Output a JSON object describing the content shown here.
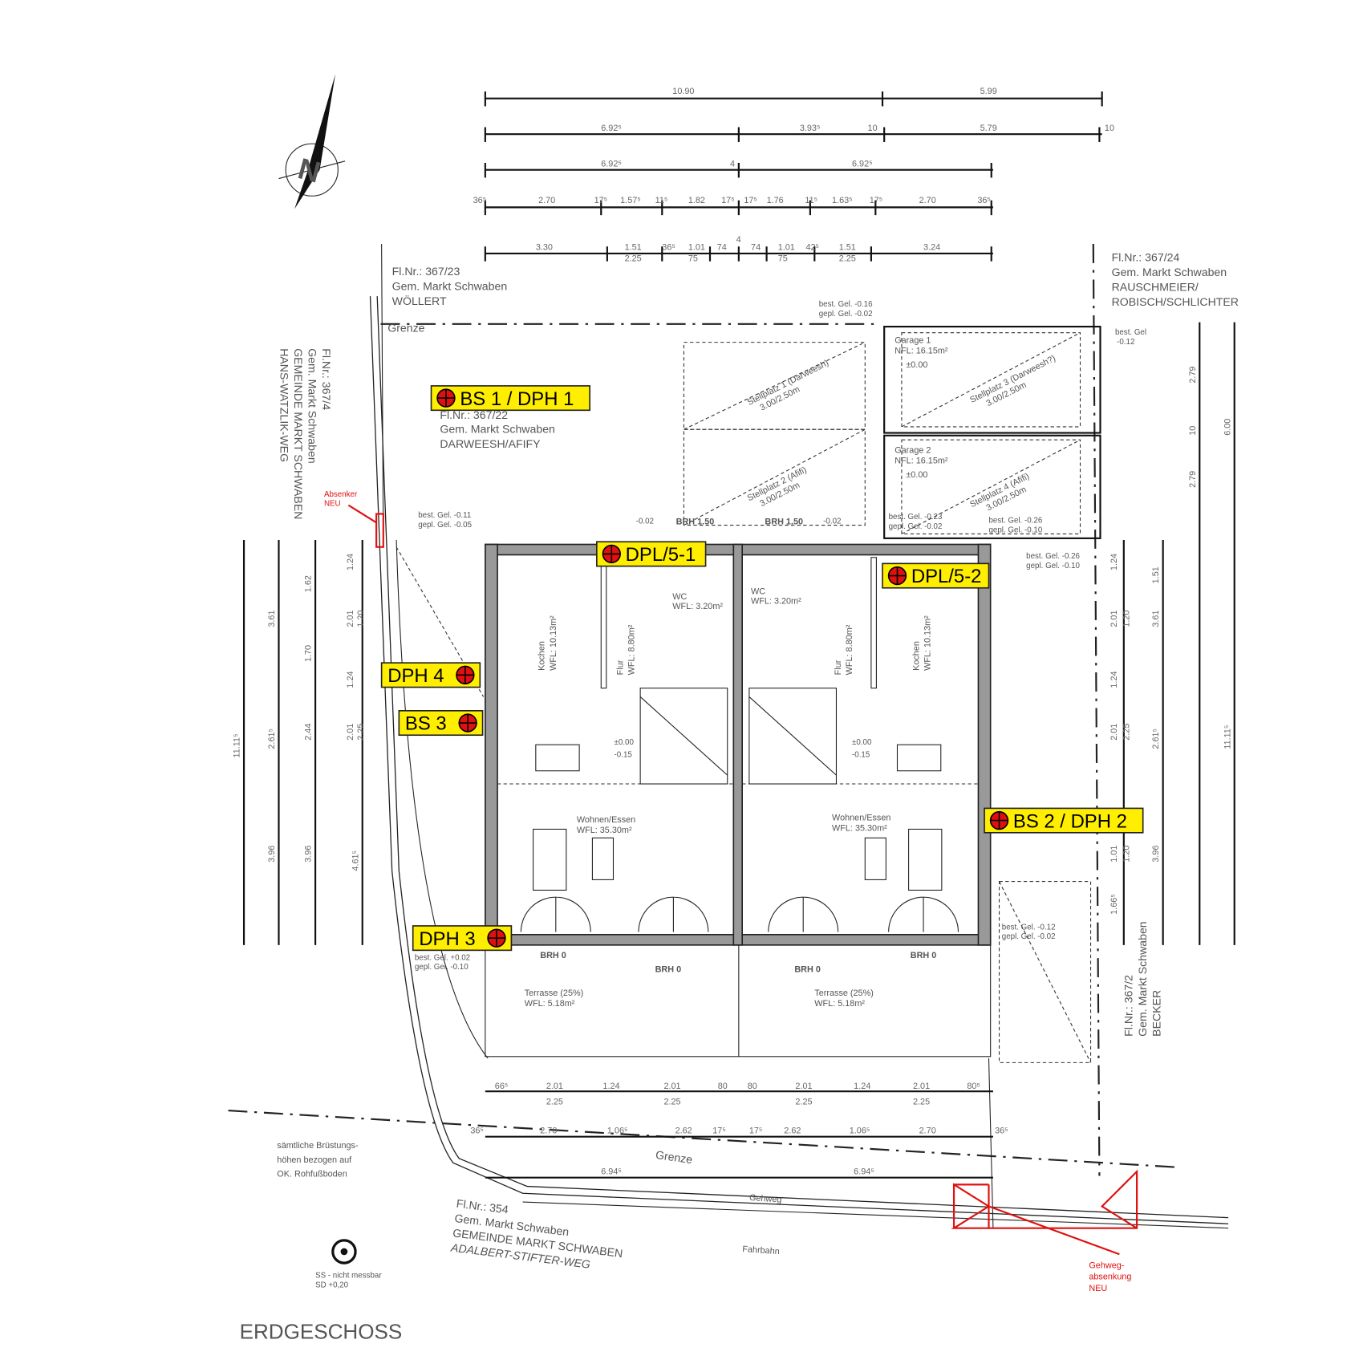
{
  "title": "ERDGESCHOSS",
  "north_label": "N",
  "markers": [
    "BS 1 / DPH 1",
    "DPL/5-1",
    "DPL/5-2",
    "DPH 4",
    "BS 3",
    "BS 2 / DPH 2",
    "DPH 3"
  ],
  "parcels": {
    "north": [
      "Fl.Nr.: 367/23",
      "Gem. Markt Schwaben",
      "WÖLLERT"
    ],
    "northeast": [
      "Fl.Nr.: 367/24",
      "Gem. Markt Schwaben",
      "RAUSCHMEIER/",
      "ROBISCH/SCHLICHTER"
    ],
    "west": [
      "Fl.Nr.: 367/4",
      "Gem. Markt Schwaben",
      "GEMEINDE MARKT SCHWABEN",
      "HANS-WATZLIK-WEG"
    ],
    "site": [
      "Fl.Nr.: 367/22",
      "Gem. Markt Schwaben",
      "DARWEESH/AFIFY"
    ],
    "east": [
      "Fl.Nr.: 367/2",
      "Gem. Markt Schwaben",
      "BECKER"
    ],
    "south": [
      "Fl.Nr.: 354",
      "Gem. Markt Schwaben",
      "GEMEINDE MARKT SCHWABEN",
      "ADALBERT-STIFTER-WEG"
    ]
  },
  "labels": {
    "grenze": "Grenze",
    "gehweg": "Gehweg",
    "fahrbahn": "Fahrbahn",
    "absenker": [
      "Absenker",
      "NEU"
    ],
    "gehweg_absenkung": [
      "Gehweg-",
      "absenkung",
      "NEU"
    ],
    "note": [
      "sämtliche Brüstungs-",
      "höhen bezogen auf",
      "OK. Rohfußboden"
    ],
    "ss": [
      "SS - nicht messbar",
      "SD +0,20"
    ]
  },
  "rooms": {
    "garage1": [
      "Garage 1",
      "NFL: 16.15m²",
      "±0.00"
    ],
    "garage2": [
      "Garage 2",
      "NFL: 16.15m²",
      "±0.00"
    ],
    "stell1": [
      "Stellplatz 1 (Darweesh)",
      "3.00/2.50m"
    ],
    "stell2": [
      "Stellplatz 2 (Afifi)",
      "3.00/2.50m"
    ],
    "stell3": [
      "Stellplatz 3 (Darweesh?)",
      "3.00/2.50m"
    ],
    "stell4": [
      "Stellplatz 4 (Afifi)",
      "3.00/2.50m"
    ],
    "kochen_l": [
      "Kochen",
      "WFL: 10.13m²"
    ],
    "kochen_r": [
      "Kochen",
      "WFL: 10.13m²"
    ],
    "flur_l": [
      "Flur",
      "WFL: 8.80m²"
    ],
    "flur_r": [
      "Flur",
      "WFL: 8.80m²"
    ],
    "wc_l": [
      "WC",
      "WFL: 3.20m²"
    ],
    "wc_r": [
      "WC",
      "WFL: 3.20m²"
    ],
    "wohnen_l": [
      "Wohnen/Essen",
      "WFL: 35.30m²"
    ],
    "wohnen_r": [
      "Wohnen/Essen",
      "WFL: 35.30m²"
    ],
    "terrasse_l": [
      "Terrasse (25%)",
      "WFL: 5.18m²"
    ],
    "terrasse_r": [
      "Terrasse (25%)",
      "WFL: 5.18m²"
    ]
  },
  "levels": {
    "nw": [
      "best. Gel. -0.11",
      "gepl. Gel. -0.05"
    ],
    "n": [
      "best. Gel. -0.16",
      "gepl. Gel. -0.02"
    ],
    "ne": [
      "best. Gel",
      "-0.12"
    ],
    "e": [
      "best. Gel. -0.26",
      "gepl. Gel. -0.10"
    ],
    "garage": [
      "best. Gel. -0.23",
      "gepl. Gel. -0.02"
    ],
    "garage2": [
      "best. Gel. -0.26",
      "gepl. Gel. -0.10"
    ],
    "se": [
      "best. Gel. -0.12",
      "gepl. Gel. -0.02"
    ],
    "sw": [
      "best. Gel. +0.02",
      "gepl. Gel. -0.10"
    ],
    "entry_l": "-0.02",
    "entry_r": "-0.02",
    "ff_l": [
      "±0.00",
      "-0.15"
    ],
    "ff_r": [
      "±0.00",
      "-0.15"
    ]
  },
  "bh": [
    "BRH 1.50",
    "BRH 1.50",
    "BRH 0",
    "BRH 0",
    "BRH 0",
    "BRH 0"
  ],
  "dims": {
    "row1": [
      "10.90",
      "5.99"
    ],
    "row2": [
      "6.92⁵",
      "3.93⁵",
      "10",
      "5.79",
      "10"
    ],
    "row3": [
      "6.92⁵",
      "4",
      "6.92⁵"
    ],
    "row4": [
      "36⁵",
      "2.70",
      "17⁵",
      "1.57⁵",
      "11⁵",
      "1.82",
      "17⁵",
      "17⁵",
      "1.76",
      "11⁵",
      "1.63⁵",
      "17⁵",
      "2.70",
      "36⁵"
    ],
    "row5": [
      "3.30",
      "1.51",
      "2.25",
      "36⁵",
      "1.01",
      "75",
      "74",
      "4",
      "74",
      "1.01",
      "75",
      "42⁵",
      "1.51",
      "2.25",
      "3.24"
    ],
    "bottom1": [
      "66⁵",
      "2.01",
      "2.25",
      "1.24",
      "2.01",
      "2.25",
      "80",
      "80",
      "2.01",
      "2.25",
      "1.24",
      "2.01",
      "2.25",
      "80⁵"
    ],
    "bottom2": [
      "36⁵",
      "2.70",
      "1.06⁵",
      "2.62",
      "17⁵",
      "17⁵",
      "2.62",
      "1.06⁵",
      "2.70",
      "36⁵"
    ],
    "bottom3": [
      "6.94⁵",
      "6.94⁵"
    ],
    "left_outer": [
      "11.11⁵"
    ],
    "left": [
      "3.61",
      "2.61⁵",
      "3.96"
    ],
    "left2": [
      "1.62",
      "1.70",
      "2.44",
      "3.96"
    ],
    "left3": [
      "1.24",
      "2.01",
      "1.20",
      "1.24",
      "2.01",
      "2.25",
      "4.61⁵"
    ],
    "right": [
      "1.24",
      "2.01",
      "1.20",
      "1.24",
      "2.01",
      "2.25",
      "1.01",
      "1.20",
      "1.66⁵"
    ],
    "right2": [
      "1.51",
      "3.61",
      "2.61⁵",
      "3.96"
    ],
    "right3": [
      "2.79",
      "10",
      "2.79",
      "6.00",
      "11.11⁵"
    ]
  }
}
